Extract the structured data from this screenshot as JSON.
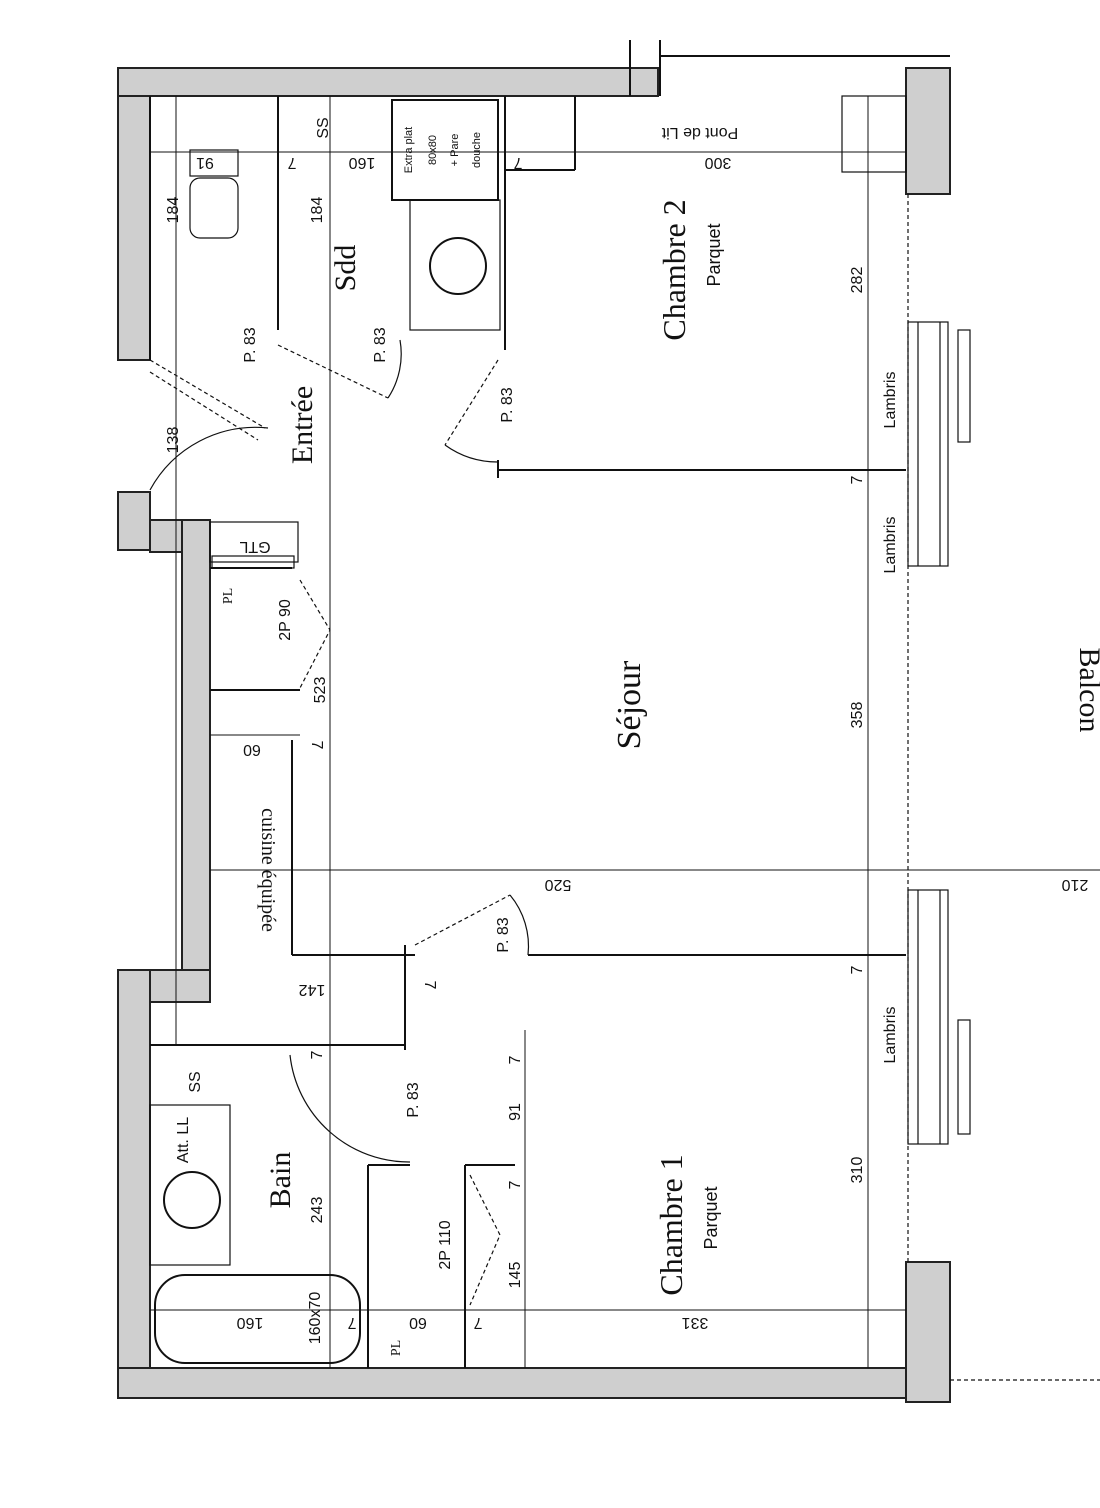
{
  "rooms": {
    "chambre2": "Chambre 2",
    "chambre1": "Chambre 1",
    "sejour": "Séjour",
    "entree": "Entrée",
    "sdd": "Sdd",
    "bain": "Bain",
    "balcon": "Balcon",
    "cuisine": "cuisine équipée"
  },
  "labels": {
    "parquet": "Parquet",
    "lambris": "Lambris",
    "pont_de_lit": "Pont de Lit",
    "gtl": "GTL",
    "pl": "PL",
    "ss": "SS",
    "att_ll": "Att. LL",
    "shower_1": "Extra plat",
    "shower_2": "80x80",
    "shower_3": "+ Pare",
    "shower_4": "douche",
    "tub": "160x70",
    "door_83": "P. 83",
    "door_2p90": "2P 90",
    "door_2p110": "2P 110"
  },
  "dims": {
    "d184": "184",
    "d91": "91",
    "d160": "160",
    "d7": "7",
    "d300": "300",
    "d282": "282",
    "d138": "138",
    "d523": "523",
    "d60": "60",
    "d358": "358",
    "d520": "520",
    "d210": "210",
    "d142": "142",
    "d145": "145",
    "d243": "243",
    "d310": "310",
    "d331": "331"
  },
  "colors": {
    "wall": "#cfcfcf",
    "ink": "#111111"
  }
}
